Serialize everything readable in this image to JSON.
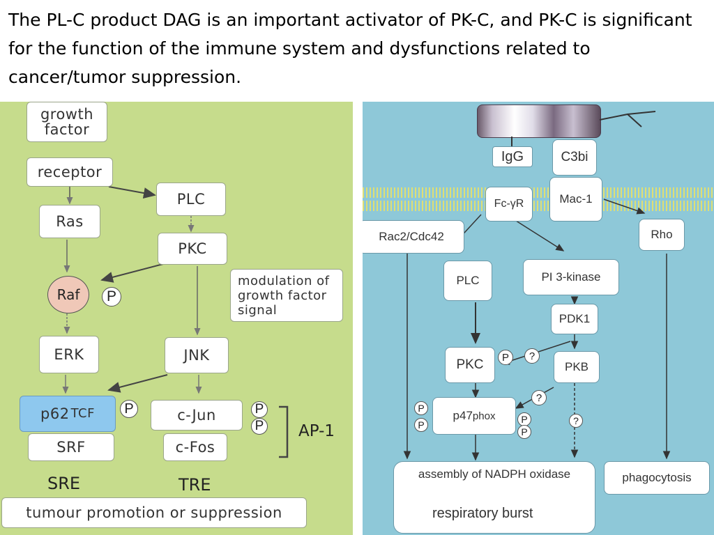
{
  "title": "The PL-C product DAG is an important activator of PK-C, and PK-C is significant for the function of the immune system and dysfunctions related to cancer/tumor suppression.",
  "left": {
    "growth_factor": "growth factor",
    "receptor": "receptor",
    "plc": "PLC",
    "ras": "Ras",
    "pkc": "PKC",
    "raf": "Raf",
    "modulation": "modulation of growth factor signal",
    "erk": "ERK",
    "jnk": "JNK",
    "p62": "p62",
    "tcf": "TCF",
    "srf": "SRF",
    "cjun": "c-Jun",
    "cfos": "c-Fos",
    "ap1": "AP-1",
    "sre": "SRE",
    "tre": "TRE",
    "outcome": "tumour promotion or suppression",
    "p": "P"
  },
  "right": {
    "igg": "IgG",
    "c3bi": "C3bi",
    "fcgr": "Fc-γR",
    "mac1": "Mac-1",
    "rac": "Rac2/Cdc42",
    "rho": "Rho",
    "plc": "PLC",
    "pi3k": "PI 3-kinase",
    "pdk1": "PDK1",
    "pkc": "PKC",
    "pkb": "PKB",
    "p47": "p47",
    "phox": "phox",
    "assembly": "assembly of NADPH oxidase",
    "burst": "respiratory burst",
    "phago": "phagocytosis",
    "p": "P",
    "q": "?"
  },
  "colors": {
    "left_bg": "#c6dc8c",
    "right_bg": "#8ec8d8",
    "tcf_box": "#8ec8ee",
    "raf_fill": "#f0c8b8"
  }
}
